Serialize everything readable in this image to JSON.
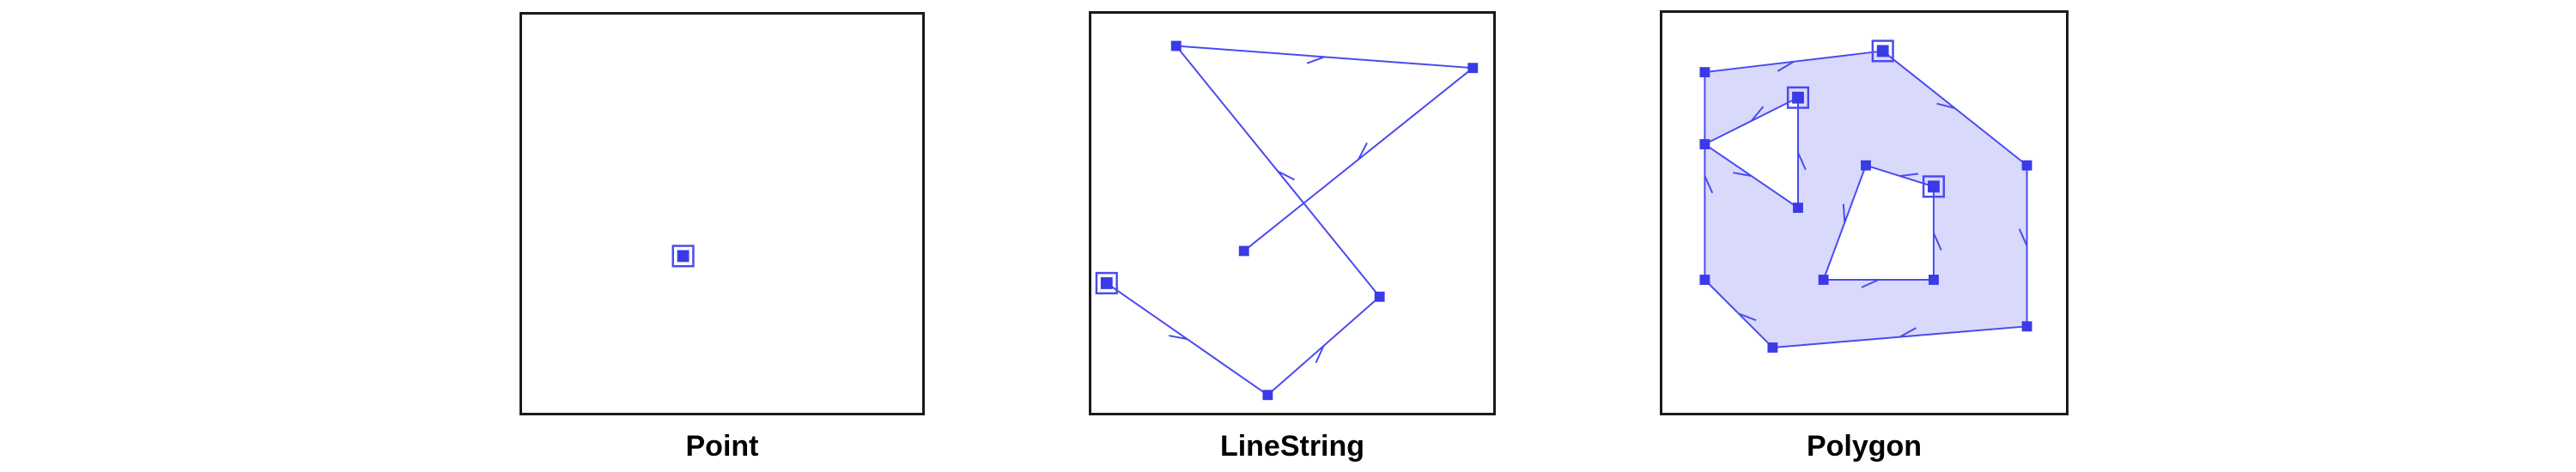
{
  "colors": {
    "stroke": "#4a4af0",
    "vertex_fill": "#3a3ae6",
    "polygon_fill": "#d9d9fb",
    "frame": "#1a1a1a"
  },
  "panels": [
    {
      "id": "point",
      "caption": "Point"
    },
    {
      "id": "line",
      "caption": "LineString"
    },
    {
      "id": "polygon",
      "caption": "Polygon"
    }
  ]
}
